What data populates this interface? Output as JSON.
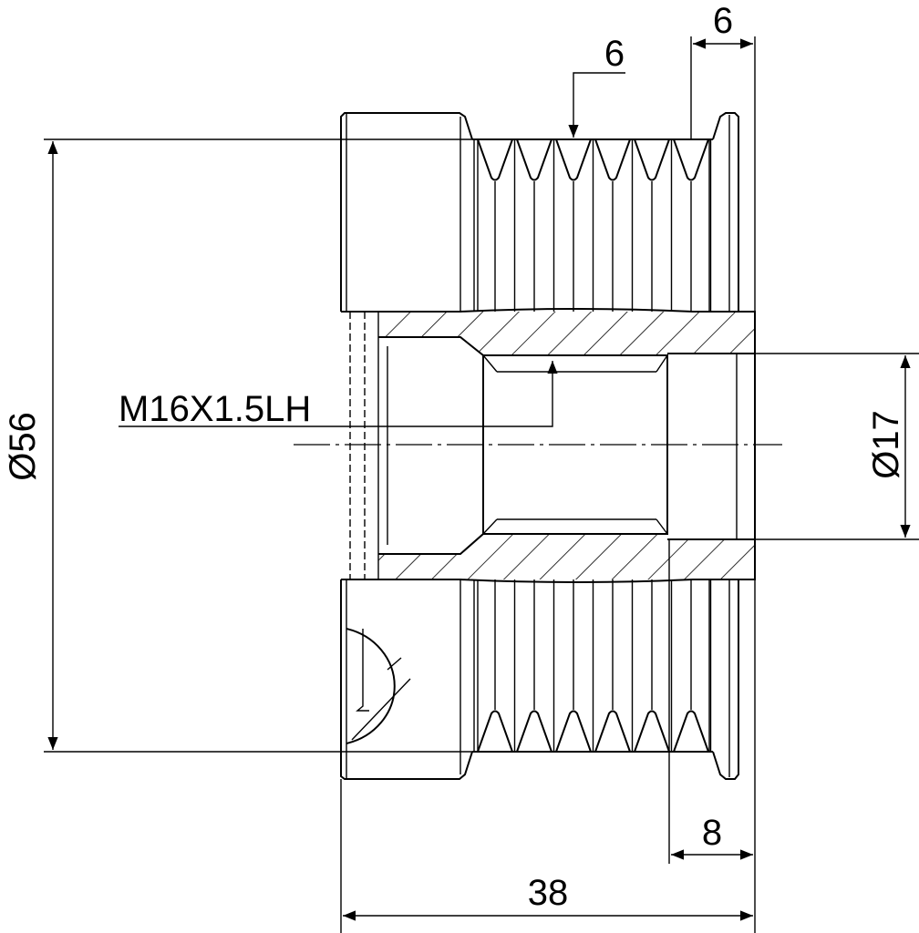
{
  "drawing": {
    "dimensions": {
      "groove_pitch": "6",
      "flange_width": "6",
      "outer_diameter": "Ø56",
      "thread": "M16X1.5LH",
      "bore_diameter": "Ø17",
      "bore_depth": "8",
      "total_length": "38"
    },
    "groove_count": 6,
    "line_color": "#000000",
    "background": "#ffffff"
  }
}
